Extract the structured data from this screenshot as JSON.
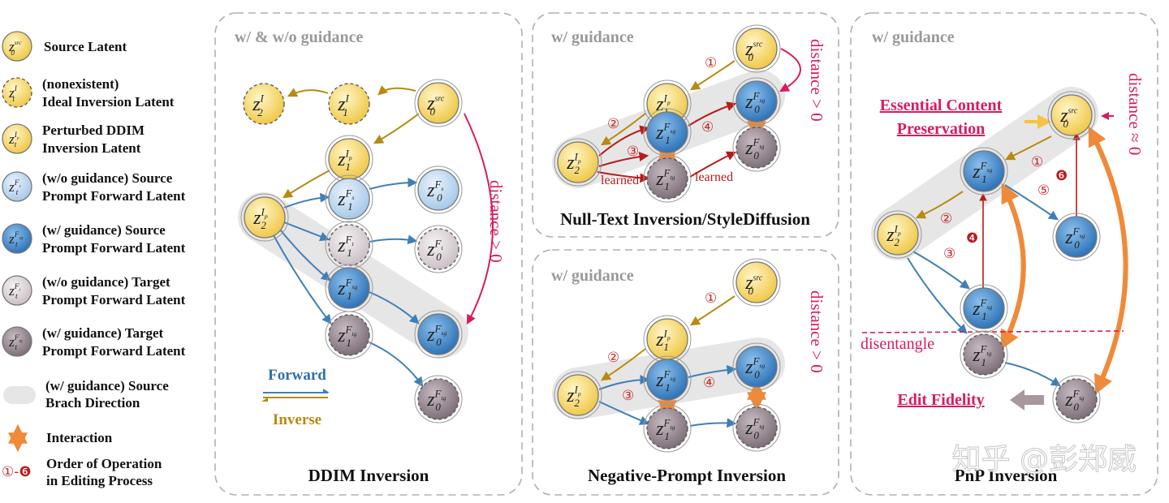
{
  "legend": [
    {
      "type": "node",
      "color": "yellow",
      "label": "z",
      "sub": "0",
      "sup": "src",
      "text1": "Source Latent",
      "text2": ""
    },
    {
      "type": "node",
      "color": "yellow",
      "label": "z",
      "sub": "t",
      "sup": "I",
      "dashed": true,
      "text1": "(nonexistent)",
      "text2": "Ideal Inversion Latent"
    },
    {
      "type": "node",
      "color": "yellow",
      "label": "z",
      "sub": "t",
      "sup": "Ip",
      "text1": "Perturbed DDIM",
      "text2": "Inversion Latent"
    },
    {
      "type": "node",
      "color": "lightblue",
      "label": "z",
      "sub": "t",
      "sup": "Fs",
      "text1": "(w/o guidance) Source",
      "text2": "Prompt Forward Latent"
    },
    {
      "type": "node",
      "color": "blue",
      "label": "z",
      "sub": "t",
      "sup": "Fsg",
      "text1": "(w/ guidance) Source",
      "text2": "Prompt Forward Latent"
    },
    {
      "type": "node",
      "color": "lightgray",
      "label": "z",
      "sub": "t",
      "sup": "Ft",
      "text1": "(w/o guidance) Target",
      "text2": "Prompt Forward Latent"
    },
    {
      "type": "node",
      "color": "gray",
      "label": "z",
      "sub": "t",
      "sup": "Ftg",
      "text1": "(w/ guidance) Target",
      "text2": "Prompt Forward Latent"
    },
    {
      "type": "band",
      "text1": "(w/ guidance) Source",
      "text2": "Brach Direction"
    },
    {
      "type": "interaction",
      "text1": "Interaction",
      "text2": ""
    },
    {
      "type": "order",
      "glyph1": "①",
      "dash": "-",
      "glyph2": "❻",
      "text1": "Order of Operation",
      "text2": "in Editing Process"
    }
  ],
  "panels": {
    "ddim": {
      "guidance": "w/ & w/o guidance",
      "title": "DDIM Inversion",
      "distance": "distance > 0",
      "forward": "Forward",
      "inverse": "Inverse"
    },
    "nti": {
      "guidance": "w/ guidance",
      "title": "Null-Text Inversion/StyleDiffusion",
      "distance": "distance > 0",
      "learned": "learned"
    },
    "npi": {
      "guidance": "w/ guidance",
      "title": "Negative-Prompt Inversion",
      "distance": "distance > 0"
    },
    "pnp": {
      "guidance": "w/ guidance",
      "title": "PnP Inversion",
      "distance": "distance ≈ 0",
      "content1": "Essential Content",
      "content2": "Preservation",
      "disentangle": "disentangle",
      "fidelity": "Edit Fidelity"
    }
  },
  "steps": [
    "①",
    "②",
    "③",
    "④",
    "⑤",
    "❻"
  ],
  "red_steps": [
    "❹",
    "❻"
  ],
  "watermark": "知乎 @彭郑威",
  "colors": {
    "yellow": "#f4d35e",
    "lightblue": "#b5d3ee",
    "blue": "#3b82c4",
    "lightgray": "#d9d2d6",
    "gray": "#8d7f88",
    "inverse_arrow": "#b88a12",
    "forward_arrow": "#3f7fb8",
    "red_arrow": "#b71c1c",
    "pink": "#d81b60",
    "orange": "#ef8a3a",
    "band": "#e6e6e6",
    "panel_border": "#b0b0b0"
  }
}
